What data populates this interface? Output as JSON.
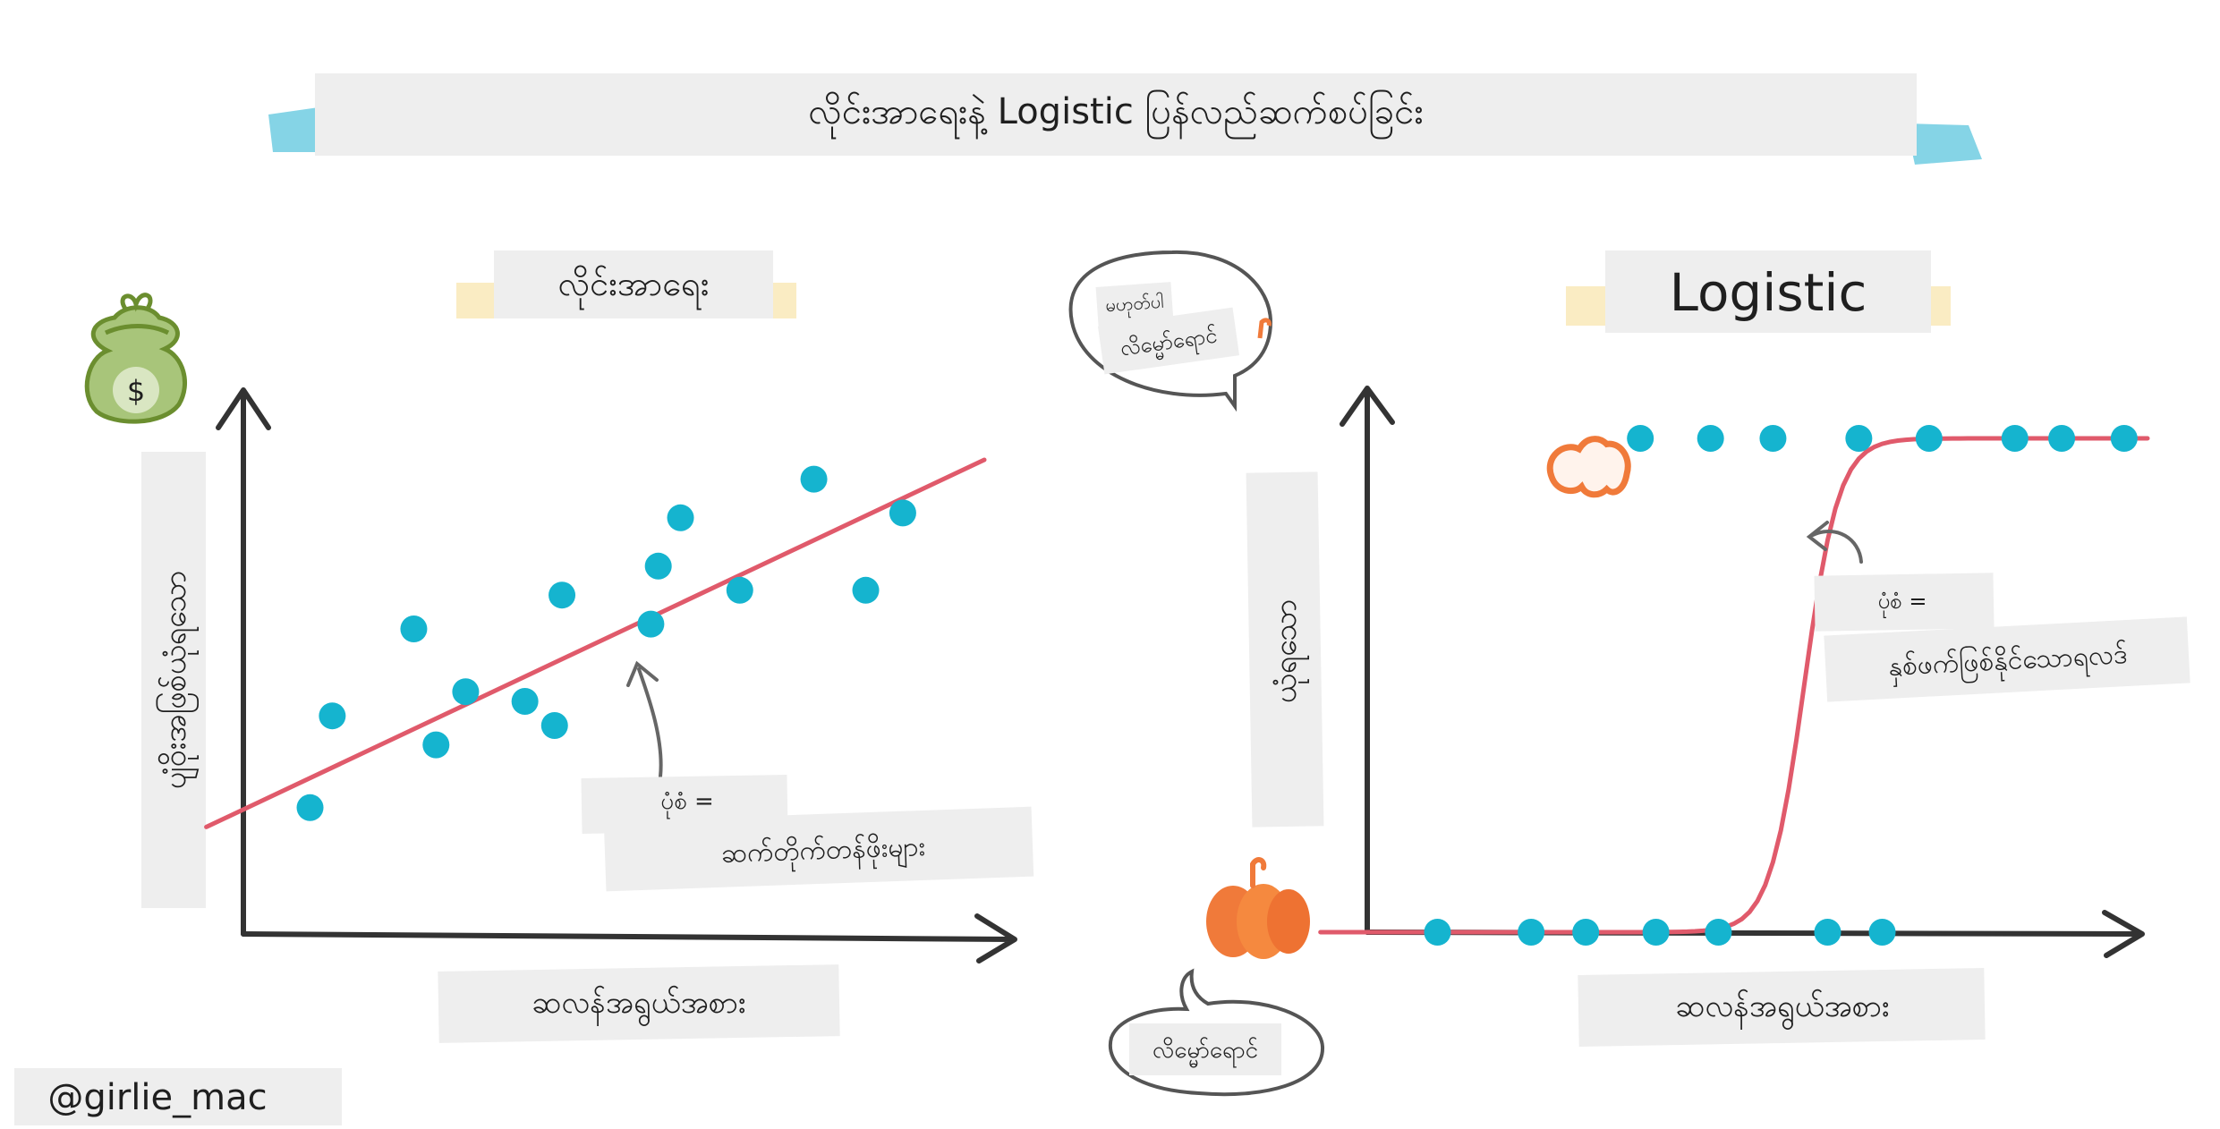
{
  "title": "လိုင်းအာရေးနဲ့ Logistic ပြန်လည်ဆက်စပ်ခြင်း",
  "credit": "@girlie_mac",
  "linear_panel": {
    "heading": "လိုင်းအာရေး",
    "y_label": "ပျံဝိုးအဖြစ်ယုံရသော",
    "x_label": "ဆလန်အရွယ်အစား",
    "note_top": "ပုံစံ =",
    "note_bottom": "ဆက်တိုက်တန်ဖိုးများ",
    "icon_symbol": "$"
  },
  "logistic_panel": {
    "heading": "Logistic",
    "y_label": "ယုံရသော",
    "x_label": "ဆလန်အရွယ်အစား",
    "note_top": "ပုံစံ =",
    "note_bottom": "နှစ်ဖက်ဖြစ်နိုင်သောရလဒ်",
    "bubble_top_line1": "မဟုတ်ပါ",
    "bubble_top_line2": "လိမ္မော်ရောင်",
    "bubble_bottom": "လိမ္မော်ရောင်"
  },
  "colors": {
    "point": "#15b4cf",
    "line": "#e05a6b",
    "axis": "#333333",
    "label_bg": "#eeeeee",
    "title_accent": "#5cc6dd",
    "heading_accent": "#f9e9b8",
    "pumpkin": "#f07a3a",
    "money_bag": "#8fb55e"
  },
  "chart_data": [
    {
      "type": "scatter",
      "title": "လိုင်းအာရေး",
      "xlabel": "ဆလန်အရွယ်အစား",
      "ylabel": "ပျံဝိုးအဖြစ်ယုံရသော",
      "xlim": [
        0,
        10
      ],
      "ylim": [
        0,
        10
      ],
      "grid": false,
      "points": [
        {
          "x": 0.9,
          "y": 1.8
        },
        {
          "x": 1.2,
          "y": 3.7
        },
        {
          "x": 2.3,
          "y": 5.5
        },
        {
          "x": 2.6,
          "y": 3.1
        },
        {
          "x": 3.0,
          "y": 4.2
        },
        {
          "x": 3.8,
          "y": 4.0
        },
        {
          "x": 4.2,
          "y": 3.5
        },
        {
          "x": 4.3,
          "y": 6.2
        },
        {
          "x": 5.5,
          "y": 5.6
        },
        {
          "x": 5.6,
          "y": 6.8
        },
        {
          "x": 5.9,
          "y": 7.8
        },
        {
          "x": 6.7,
          "y": 6.3
        },
        {
          "x": 7.7,
          "y": 8.6
        },
        {
          "x": 8.4,
          "y": 6.3
        },
        {
          "x": 8.9,
          "y": 7.9
        }
      ],
      "fit_line": {
        "x": [
          -0.5,
          10
        ],
        "y": [
          1.4,
          9.0
        ]
      }
    },
    {
      "type": "scatter",
      "title": "Logistic",
      "xlabel": "ဆလန်အရွယ်အစား",
      "ylabel": "ယုံရသော",
      "xlim": [
        0,
        10
      ],
      "ylim": [
        0,
        1
      ],
      "grid": false,
      "points": [
        {
          "x": 0.9,
          "y": 0
        },
        {
          "x": 2.1,
          "y": 0
        },
        {
          "x": 2.8,
          "y": 0
        },
        {
          "x": 3.7,
          "y": 0
        },
        {
          "x": 4.5,
          "y": 0
        },
        {
          "x": 5.9,
          "y": 0
        },
        {
          "x": 6.6,
          "y": 0
        },
        {
          "x": 3.5,
          "y": 1
        },
        {
          "x": 4.4,
          "y": 1
        },
        {
          "x": 5.2,
          "y": 1
        },
        {
          "x": 6.3,
          "y": 1
        },
        {
          "x": 7.2,
          "y": 1
        },
        {
          "x": 8.3,
          "y": 1
        },
        {
          "x": 8.9,
          "y": 1
        },
        {
          "x": 9.7,
          "y": 1
        }
      ],
      "curve": {
        "type": "sigmoid",
        "midpoint": 5.6,
        "steepness": 4.5
      }
    }
  ]
}
